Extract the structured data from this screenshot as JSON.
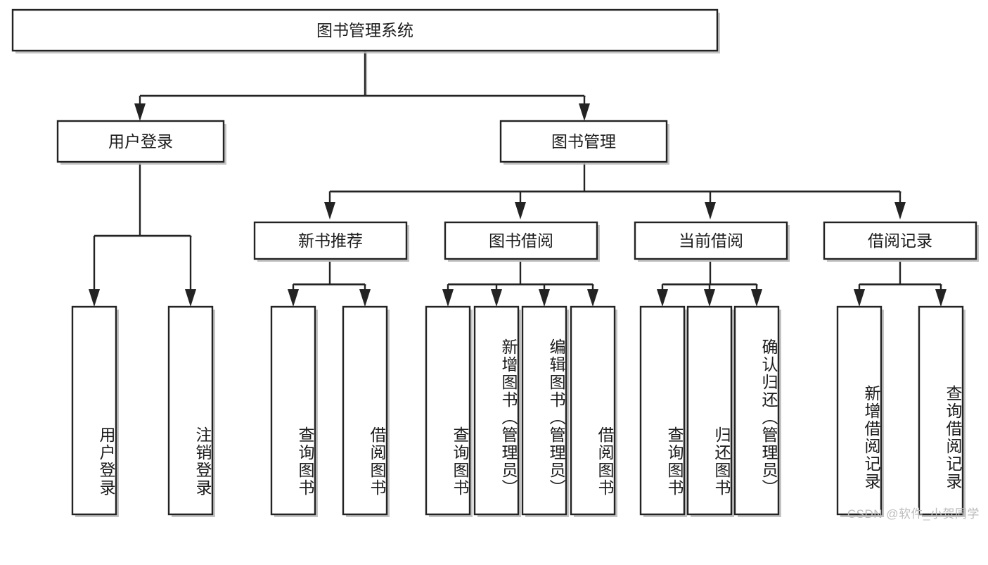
{
  "diagram": {
    "type": "tree-hierarchy",
    "title": "图书管理系统",
    "watermark": "CSDN @软件_小贺同学",
    "root": {
      "id": "root",
      "label": "图书管理系统"
    },
    "level2": [
      {
        "id": "user-login",
        "label": "用户登录"
      },
      {
        "id": "book-manage",
        "label": "图书管理"
      }
    ],
    "level3": [
      {
        "id": "new-book-recommend",
        "label": "新书推荐",
        "parent": "book-manage"
      },
      {
        "id": "book-borrow",
        "label": "图书借阅",
        "parent": "book-manage"
      },
      {
        "id": "current-borrow",
        "label": "当前借阅",
        "parent": "book-manage"
      },
      {
        "id": "borrow-record",
        "label": "借阅记录",
        "parent": "book-manage"
      }
    ],
    "leaves": [
      {
        "id": "leaf-user-login",
        "label": "用户登录",
        "parent": "user-login"
      },
      {
        "id": "leaf-user-logout",
        "label": "注销登录",
        "parent": "user-login"
      },
      {
        "id": "leaf-query-book-1",
        "label": "查询图书",
        "parent": "new-book-recommend"
      },
      {
        "id": "leaf-borrow-book-1",
        "label": "借阅图书",
        "parent": "new-book-recommend"
      },
      {
        "id": "leaf-query-book-2",
        "label": "查询图书",
        "parent": "book-borrow"
      },
      {
        "id": "leaf-add-book",
        "label": "新增图书（管理员）",
        "parent": "book-borrow"
      },
      {
        "id": "leaf-edit-book",
        "label": "编辑图书（管理员）",
        "parent": "book-borrow"
      },
      {
        "id": "leaf-borrow-book-2",
        "label": "借阅图书",
        "parent": "book-borrow"
      },
      {
        "id": "leaf-query-book-3",
        "label": "查询图书",
        "parent": "current-borrow"
      },
      {
        "id": "leaf-return-book",
        "label": "归还图书",
        "parent": "current-borrow"
      },
      {
        "id": "leaf-confirm-return",
        "label": "确认归还（管理员）",
        "parent": "current-borrow"
      },
      {
        "id": "leaf-add-record",
        "label": "新增借阅记录",
        "parent": "borrow-record"
      },
      {
        "id": "leaf-query-record",
        "label": "查询借阅记录",
        "parent": "borrow-record"
      }
    ],
    "colors": {
      "box_border": "#232323",
      "box_fill": "#ffffff",
      "edge": "#232323",
      "shadow": "#bdbdbd",
      "text": "#1b1b1b",
      "watermark": "#bcbcbc",
      "background": "#ffffff"
    }
  }
}
